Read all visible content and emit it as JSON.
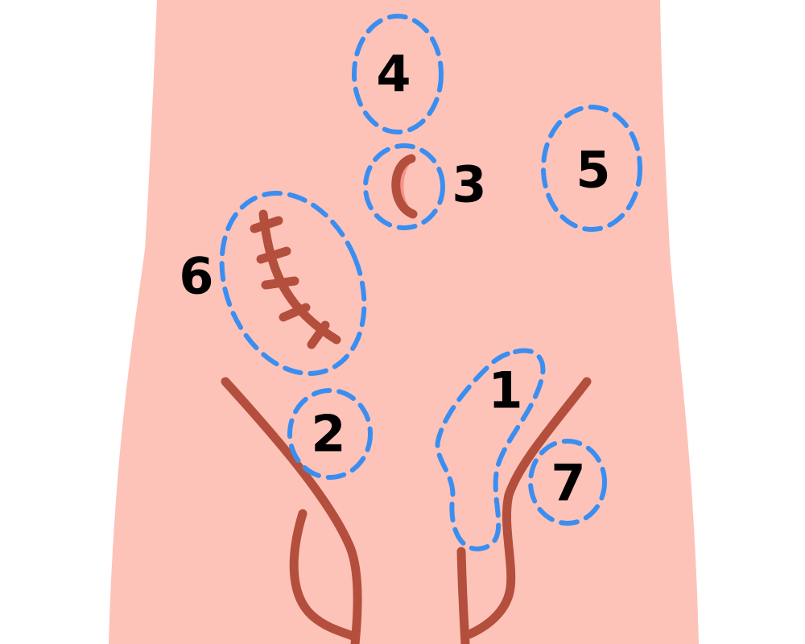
{
  "colors": {
    "skin": "#fdc3b9",
    "line": "#b44f3d",
    "zone_outline": "#3b8ef0",
    "label": "#000000",
    "stoma_inner": "#f4948a",
    "background": "#ffffff"
  },
  "regions": [
    {
      "label": "1",
      "name": "left-iliac-fossa"
    },
    {
      "label": "2",
      "name": "right-iliac-fossa"
    },
    {
      "label": "3",
      "name": "umbilicus"
    },
    {
      "label": "4",
      "name": "epigastrium"
    },
    {
      "label": "5",
      "name": "left-upper-quadrant"
    },
    {
      "label": "6",
      "name": "right-flank-scar"
    },
    {
      "label": "7",
      "name": "left-groin"
    }
  ]
}
